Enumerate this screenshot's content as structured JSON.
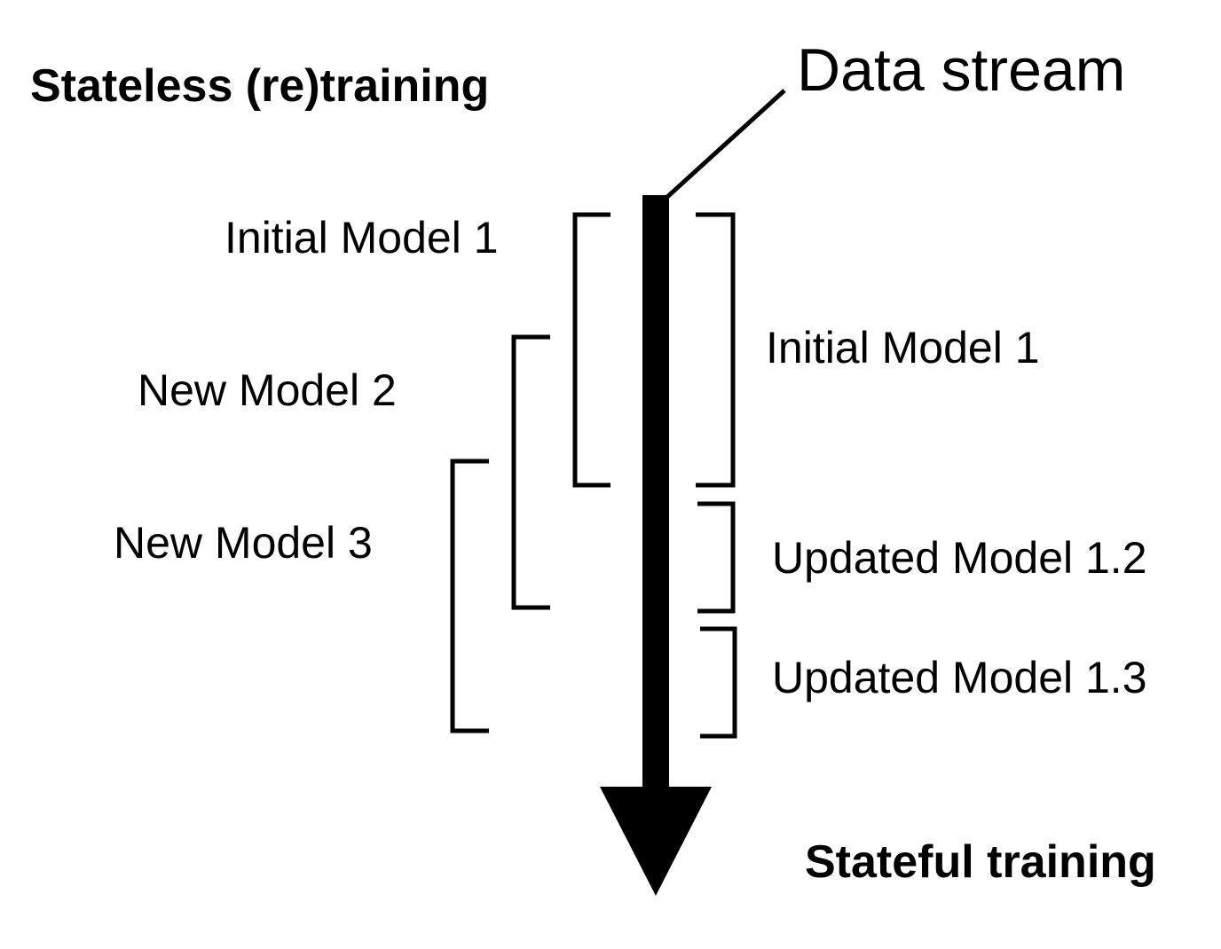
{
  "stream_label": "Data stream",
  "stateless": {
    "heading": "Stateless (re)training",
    "models": [
      "Initial Model 1",
      "New Model 2",
      "New Model 3"
    ]
  },
  "stateful": {
    "heading": "Stateful training",
    "models": [
      "Initial Model 1",
      "Updated Model 1.2",
      "Updated Model 1.3"
    ]
  },
  "colors": {
    "ink": "#000000",
    "background": "#ffffff"
  }
}
